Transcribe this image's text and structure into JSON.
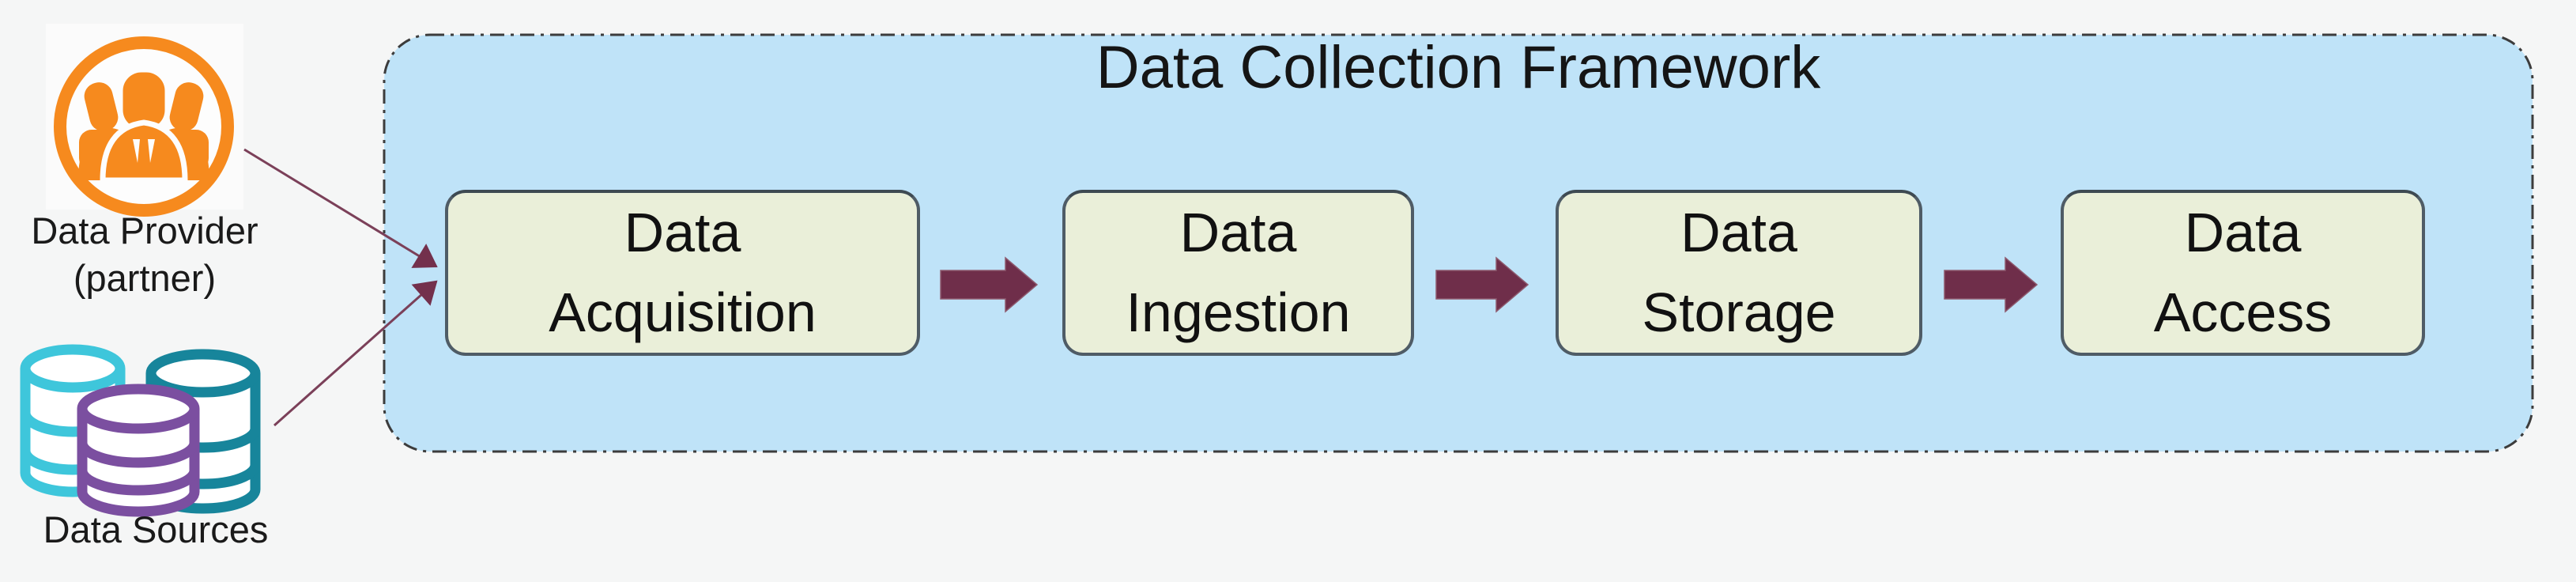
{
  "page": {
    "background_color": "#f5f6f6"
  },
  "framework": {
    "title": "Data Collection Framework",
    "container_fill": "#BFE3F8",
    "container_border_color": "#3C3C3C",
    "container_border_style": "dash-dot",
    "step_fill": "#EAEFD9",
    "step_border_color": "#4F5C66",
    "flow_arrow_color": "#6F2E4A",
    "steps": [
      {
        "label": "Data Acquisition",
        "lines": [
          "Data",
          "Acquisition"
        ]
      },
      {
        "label": "Data Ingestion",
        "lines": [
          "Data",
          "Ingestion"
        ]
      },
      {
        "label": "Data Storage",
        "lines": [
          "Data",
          "Storage"
        ]
      },
      {
        "label": "Data Access",
        "lines": [
          "Data",
          "Access"
        ]
      }
    ]
  },
  "externals": {
    "provider": {
      "label_lines": [
        "Data Provider",
        "(partner)"
      ],
      "icon": "people-group-icon",
      "icon_color": "#F68A1E"
    },
    "sources": {
      "label": "Data Sources",
      "icon": "database-cylinders-icon",
      "cylinder_colors": [
        "#3EC6DB",
        "#17859B",
        "#7B4FA0"
      ]
    },
    "connector_color": "#7B4059",
    "connector_arrowhead_color": "#73304C"
  }
}
